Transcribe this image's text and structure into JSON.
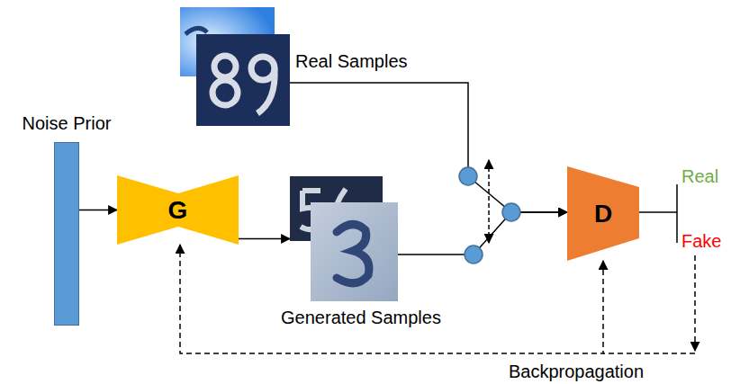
{
  "diagram": {
    "nodes": [
      {
        "text": [
          "Noise Prior"
        ]
      },
      {
        "text": [
          "G"
        ]
      },
      {
        "text": [
          "Generated Samples"
        ]
      },
      {
        "text": [
          "Real Samples"
        ]
      },
      {
        "text": [
          "D"
        ]
      }
    ],
    "edges": [
      {
        "from": 0,
        "to": 1,
        "arrow": "to"
      },
      {
        "from": 1,
        "to": 2,
        "arrow": "to"
      },
      {
        "from": 3,
        "to": 4,
        "arrow": "to"
      },
      {
        "from": 2,
        "to": 4,
        "arrow": "to"
      },
      {
        "from": 4,
        "to": 1,
        "label": "Backpropagation",
        "arrow": "both"
      }
    ],
    "labels": [
      "Real",
      "Fake"
    ]
  }
}
